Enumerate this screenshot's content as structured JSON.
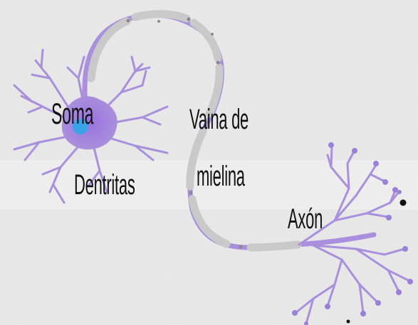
{
  "labels": {
    "soma": "Soma",
    "myelin_line1": "Vaina de",
    "myelin_line2": "mielina",
    "dendrites": "Dentritas",
    "axon": "Axón"
  },
  "colors": {
    "background": "#e6e6e6",
    "neuron_purple": "#a98fdc",
    "neuron_purple_dark": "#8f70d0",
    "myelin_gray": "#c9c9c9",
    "nucleus_blue": "#3aa3e8",
    "text": "#111111"
  }
}
